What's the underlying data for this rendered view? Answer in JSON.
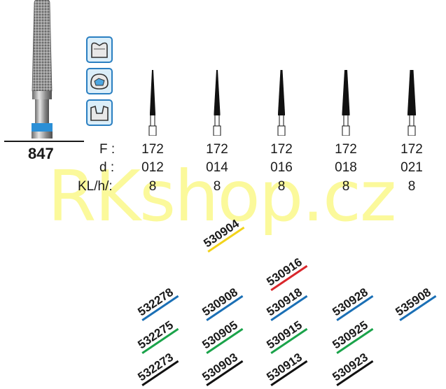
{
  "watermark": "RKshop.cz",
  "product": {
    "number": "847"
  },
  "labels": {
    "f": "F :",
    "d": "d :",
    "kl": "KL/h/:"
  },
  "columns": [
    {
      "f": "172",
      "d": "012",
      "kl": "8"
    },
    {
      "f": "172",
      "d": "014",
      "kl": "8"
    },
    {
      "f": "172",
      "d": "016",
      "kl": "8"
    },
    {
      "f": "172",
      "d": "018",
      "kl": "8"
    },
    {
      "f": "172",
      "d": "021",
      "kl": "8"
    }
  ],
  "codes": {
    "c530904": "530904",
    "c530916": "530916",
    "c532278": "532278",
    "c532275": "532275",
    "c532273": "532273",
    "c530908": "530908",
    "c530905": "530905",
    "c530903": "530903",
    "c530918": "530918",
    "c530915": "530915",
    "c530913": "530913",
    "c530928": "530928",
    "c530925": "530925",
    "c530923": "530923",
    "c535908": "535908"
  },
  "colors": {
    "yellow": "#f2d31b",
    "red": "#d9262b",
    "blue": "#1a6fb5",
    "green": "#1aa34a",
    "black": "#111111",
    "symbol_border": "#2a7fc1"
  },
  "icons": [
    "bur-icon",
    "crown-symbol-icon",
    "cavity-symbol-icon",
    "preparation-symbol-icon",
    "shank-silhouette-icon"
  ]
}
